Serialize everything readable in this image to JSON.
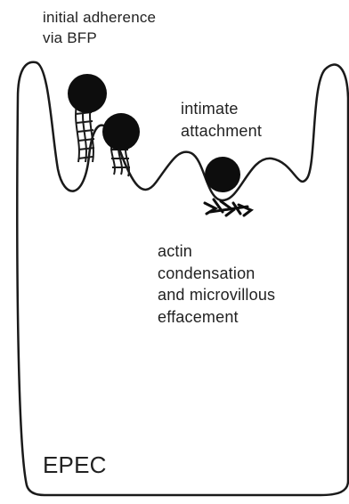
{
  "labels": {
    "initial_adherence": [
      "initial adherence",
      "via BFP"
    ],
    "intimate_attachment": [
      "intimate",
      "attachment"
    ],
    "actin_condensation": [
      "actin",
      "condensation",
      "and microvillous",
      "effacement"
    ],
    "cell_name": "EPEC"
  },
  "colors": {
    "stroke": "#1a1a1a",
    "bacteria": "#0d0d0d",
    "background": "#ffffff"
  }
}
